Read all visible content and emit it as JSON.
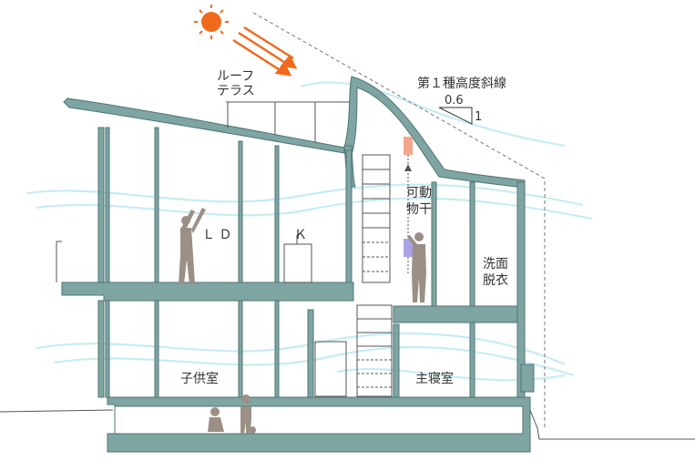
{
  "labels": {
    "roof_terrace": [
      "ルーフ",
      "テラス"
    ],
    "slant_line": "第１種高度斜線",
    "slope_ratio": "0.6",
    "slope_base": "1",
    "ld": "Ｌ Ｄ",
    "k": "Ｋ",
    "movable_drying": [
      "可動",
      "物干"
    ],
    "washroom": [
      "洗面",
      "脱衣"
    ],
    "kids_room": "子供室",
    "master_bedroom": "主寝室"
  },
  "colors": {
    "wall": "#7fa5a3",
    "sun": "#f06a1e",
    "wind": "#a8e2ee",
    "figure": "#9b8f86",
    "line": "#555555"
  }
}
